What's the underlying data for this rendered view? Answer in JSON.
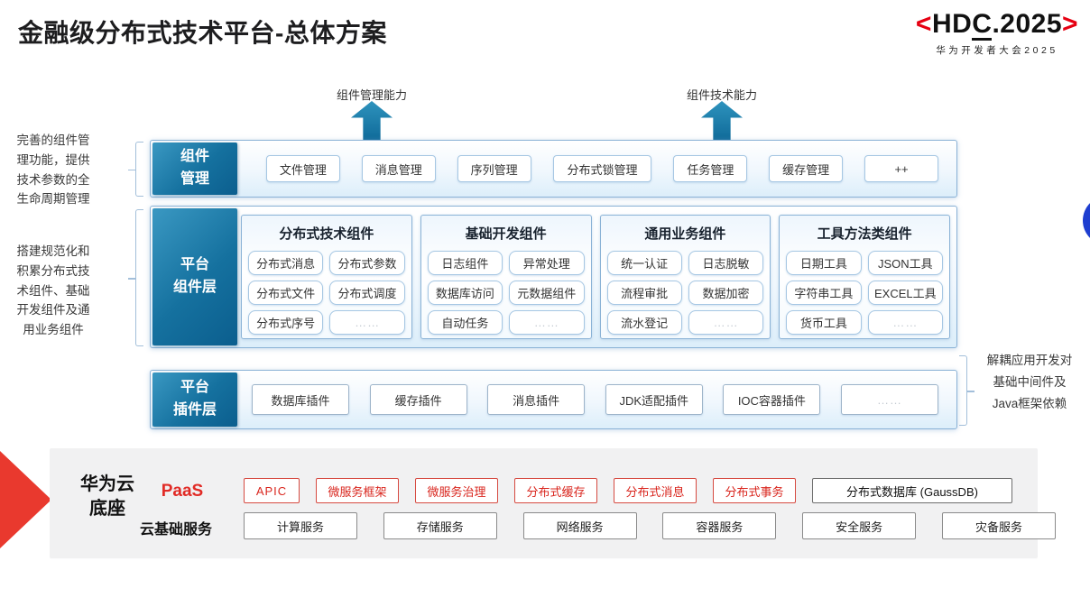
{
  "slide": {
    "title": "金融级分布式技术平台-总体方案"
  },
  "logo": {
    "left_bracket": "<",
    "hd": "HD",
    "c": "C",
    "rest": ".2025",
    "right_bracket": ">",
    "subtitle": "华为开发者大会2025"
  },
  "capability_arrows": [
    {
      "label": "组件管理能力"
    },
    {
      "label": "组件技术能力"
    }
  ],
  "left_notes": [
    {
      "text": "完善的组件管理功能，提供技术参数的全生命周期管理"
    },
    {
      "text": "搭建规范化和积累分布式技术组件、基础开发组件及通用业务组件"
    }
  ],
  "right_note": "解耦应用开发对\n基础中间件及\nJava框架依赖",
  "layers": {
    "component_management": {
      "label": "组件\n管理",
      "items": [
        "文件管理",
        "消息管理",
        "序列管理",
        "分布式锁管理",
        "任务管理",
        "缓存管理",
        "++"
      ]
    },
    "platform_components": {
      "label": "平台\n组件层",
      "groups": [
        {
          "title": "分布式技术组件",
          "items": [
            "分布式消息",
            "分布式参数",
            "分布式文件",
            "分布式调度",
            "分布式序号",
            "……"
          ]
        },
        {
          "title": "基础开发组件",
          "items": [
            "日志组件",
            "异常处理",
            "数据库访问",
            "元数据组件",
            "自动任务",
            "……"
          ]
        },
        {
          "title": "通用业务组件",
          "items": [
            "统一认证",
            "日志脱敏",
            "流程审批",
            "数据加密",
            "流水登记",
            "……"
          ]
        },
        {
          "title": "工具方法类组件",
          "items": [
            "日期工具",
            "JSON工具",
            "字符串工具",
            "EXCEL工具",
            "货币工具",
            "……"
          ]
        }
      ]
    },
    "platform_plugins": {
      "label": "平台\n插件层",
      "items": [
        "数据库插件",
        "缓存插件",
        "消息插件",
        "JDK适配插件",
        "IOC容器插件",
        "……"
      ]
    }
  },
  "cloud_base": {
    "label": "华为云\n底座",
    "paas": {
      "label": "PaaS",
      "items": [
        "APIC",
        "微服务框架",
        "微服务治理",
        "分布式缓存",
        "分布式消息",
        "分布式事务"
      ],
      "db_item": "分布式数据库 (GaussDB)"
    },
    "iaas": {
      "label": "云基础服务",
      "items": [
        "计算服务",
        "存储服务",
        "网络服务",
        "容器服务",
        "安全服务",
        "灾备服务"
      ]
    }
  },
  "colors": {
    "teal_label": "#0b5e8e",
    "arrow_teal": "#17749f",
    "container_border": "#8ab2d6",
    "red_accent": "#d9251d",
    "panel_gray": "#f1f1f2",
    "circle_blue": "#1e3ed0"
  }
}
